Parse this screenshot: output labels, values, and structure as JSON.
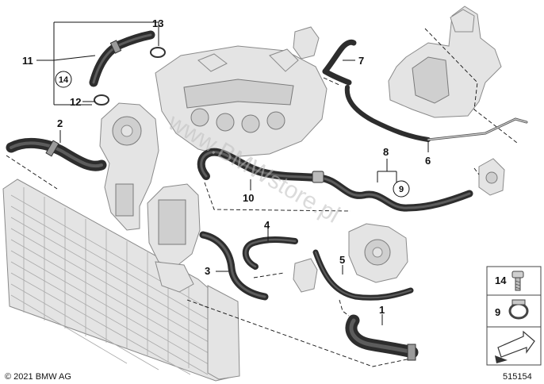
{
  "callouts": {
    "c1": "1",
    "c2": "2",
    "c3": "3",
    "c4": "4",
    "c5": "5",
    "c6": "6",
    "c7": "7",
    "c8": "8",
    "c10": "10",
    "c11": "11",
    "c12": "12",
    "c13": "13"
  },
  "circled": {
    "c9": "9",
    "c14": "14"
  },
  "legend": {
    "item14": "14",
    "item9": "9"
  },
  "copyright": "© 2021 BMW AG",
  "diagram_number": "515154",
  "watermark": "www.BMWstore.pl",
  "colors": {
    "hose": "#2d2d2d",
    "line": "#111111",
    "part_fill": "#e4e4e4",
    "part_stroke": "#8a8a8a"
  }
}
